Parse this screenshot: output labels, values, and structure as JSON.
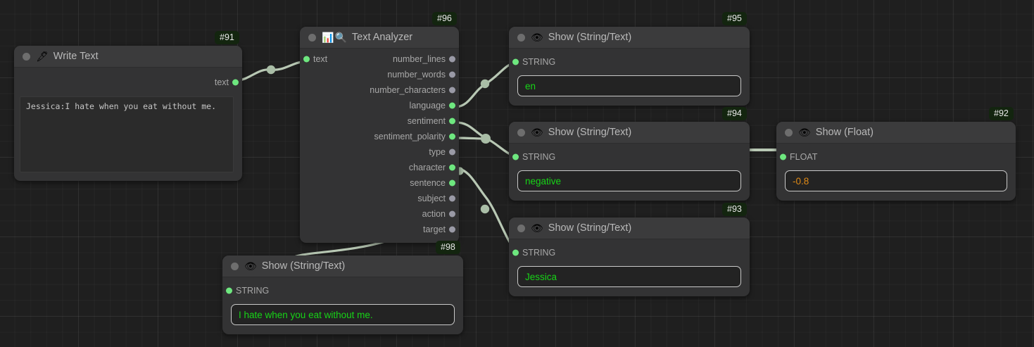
{
  "canvas": {
    "grid_minor_color": "#2a2a2a",
    "grid_major_color": "#343434",
    "background_color": "#1f1f1f",
    "wire_color": "#b8c8b4",
    "port_connected_color": "#6ee77f",
    "port_idle_color": "#9a9aa6",
    "string_value_color": "#17d417",
    "float_value_color": "#e08a16",
    "badge_background": "#13250f"
  },
  "nodes": [
    {
      "id": "#91",
      "title": "Write Text",
      "icon": "fountain-pen-icon",
      "emoji": "🖋",
      "outputs": [
        {
          "label": "text",
          "connected": true
        }
      ],
      "inputs": [],
      "textarea": {
        "value": "Jessica:I hate when you eat without me."
      }
    },
    {
      "id": "#96",
      "title": "Text Analyzer",
      "icon": "bar-chart-icon",
      "emoji": "📊",
      "emoji2": "🔍",
      "icon2": "magnifying-glass-icon",
      "inputs": [
        {
          "label": "text",
          "connected": true
        }
      ],
      "outputs": [
        {
          "label": "number_lines",
          "connected": false
        },
        {
          "label": "number_words",
          "connected": false
        },
        {
          "label": "number_characters",
          "connected": false
        },
        {
          "label": "language",
          "connected": true
        },
        {
          "label": "sentiment",
          "connected": true
        },
        {
          "label": "sentiment_polarity",
          "connected": true
        },
        {
          "label": "type",
          "connected": false
        },
        {
          "label": "character",
          "connected": true
        },
        {
          "label": "sentence",
          "connected": true
        },
        {
          "label": "subject",
          "connected": false
        },
        {
          "label": "action",
          "connected": false
        },
        {
          "label": "target",
          "connected": false
        }
      ]
    },
    {
      "id": "#95",
      "title": "Show (String/Text)",
      "icon": "eye-icon",
      "emoji": "👁",
      "inputs": [
        {
          "label": "STRING",
          "connected": true
        }
      ],
      "value": "en",
      "value_type": "string"
    },
    {
      "id": "#94",
      "title": "Show (String/Text)",
      "icon": "eye-icon",
      "emoji": "👁",
      "inputs": [
        {
          "label": "STRING",
          "connected": true
        }
      ],
      "value": "negative",
      "value_type": "string"
    },
    {
      "id": "#93",
      "title": "Show (String/Text)",
      "icon": "eye-icon",
      "emoji": "👁",
      "inputs": [
        {
          "label": "STRING",
          "connected": true
        }
      ],
      "value": "Jessica",
      "value_type": "string"
    },
    {
      "id": "#92",
      "title": "Show (Float)",
      "icon": "eye-icon",
      "emoji": "👁",
      "inputs": [
        {
          "label": "FLOAT",
          "connected": true
        }
      ],
      "value": "-0.8",
      "value_type": "float"
    },
    {
      "id": "#98",
      "title": "Show (String/Text)",
      "icon": "eye-icon",
      "emoji": "👁",
      "inputs": [
        {
          "label": "STRING",
          "connected": true
        }
      ],
      "value": "I hate when you eat without me.",
      "value_type": "string"
    }
  ],
  "connections": [
    {
      "from": "#91.text",
      "to": "#96.text"
    },
    {
      "from": "#96.language",
      "to": "#95.STRING"
    },
    {
      "from": "#96.sentiment",
      "to": "#94.STRING"
    },
    {
      "from": "#96.sentiment_polarity",
      "to": "#92.FLOAT"
    },
    {
      "from": "#96.character",
      "to": "#93.STRING"
    },
    {
      "from": "#96.sentence",
      "to": "#98.STRING"
    }
  ]
}
